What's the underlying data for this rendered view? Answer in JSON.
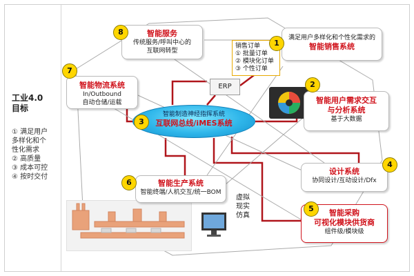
{
  "sidebar": {
    "title_line1": "工业4.0",
    "title_line2": "目标",
    "items": [
      "① 满足用户",
      "多样化和个",
      "性化需求",
      "② 高质量",
      "③ 成本可控",
      "④ 按时交付"
    ]
  },
  "hub": {
    "subtitle": "智能制造神经指挥系统",
    "title": "互联网总线/iMES系统"
  },
  "erp": {
    "label": "ERP"
  },
  "orders": {
    "lines": [
      "销售订单",
      "① 批量订单",
      "② 模块化订单",
      "③ 个性订单"
    ]
  },
  "vr": {
    "label": "虚拟现实仿真"
  },
  "nodes": [
    {
      "num": "1",
      "title": "智能销售系统",
      "desc": "满足用户多样化和个性化需求的"
    },
    {
      "num": "2",
      "title1": "智能用户需求交互",
      "title2": "与分析系统",
      "desc": "基于大数据"
    },
    {
      "num": "3"
    },
    {
      "num": "4",
      "title": "设计系统",
      "desc": "协同设计/互动设计/Dfx"
    },
    {
      "num": "5",
      "title1": "智能采购",
      "title2": "可视化模块供货商",
      "desc": "组件级/模块级"
    },
    {
      "num": "6",
      "title": "智能生产系统",
      "desc": "智能终端/人机交互/统一BOM"
    },
    {
      "num": "7",
      "title": "智能物流系统",
      "desc1": "In/Outbound",
      "desc2": "自动仓储/运载"
    },
    {
      "num": "8",
      "title": "智能服务",
      "desc1": "传统服务/呼叫中心的",
      "desc2": "互联网转型"
    }
  ],
  "colors": {
    "accent_red": "#d0121b",
    "link_red": "#b0151b",
    "badge_yellow": "#ffd600",
    "hub_blue": "#2fb6ea"
  }
}
